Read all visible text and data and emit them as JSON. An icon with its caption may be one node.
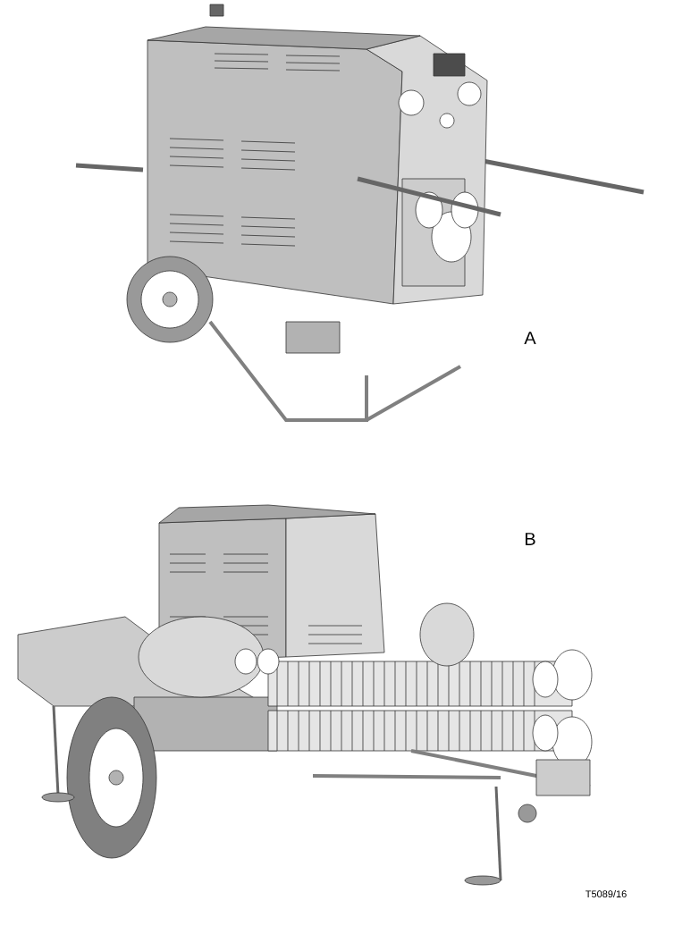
{
  "diagram": {
    "labels": [
      "A",
      "B",
      "T5089/16"
    ]
  }
}
